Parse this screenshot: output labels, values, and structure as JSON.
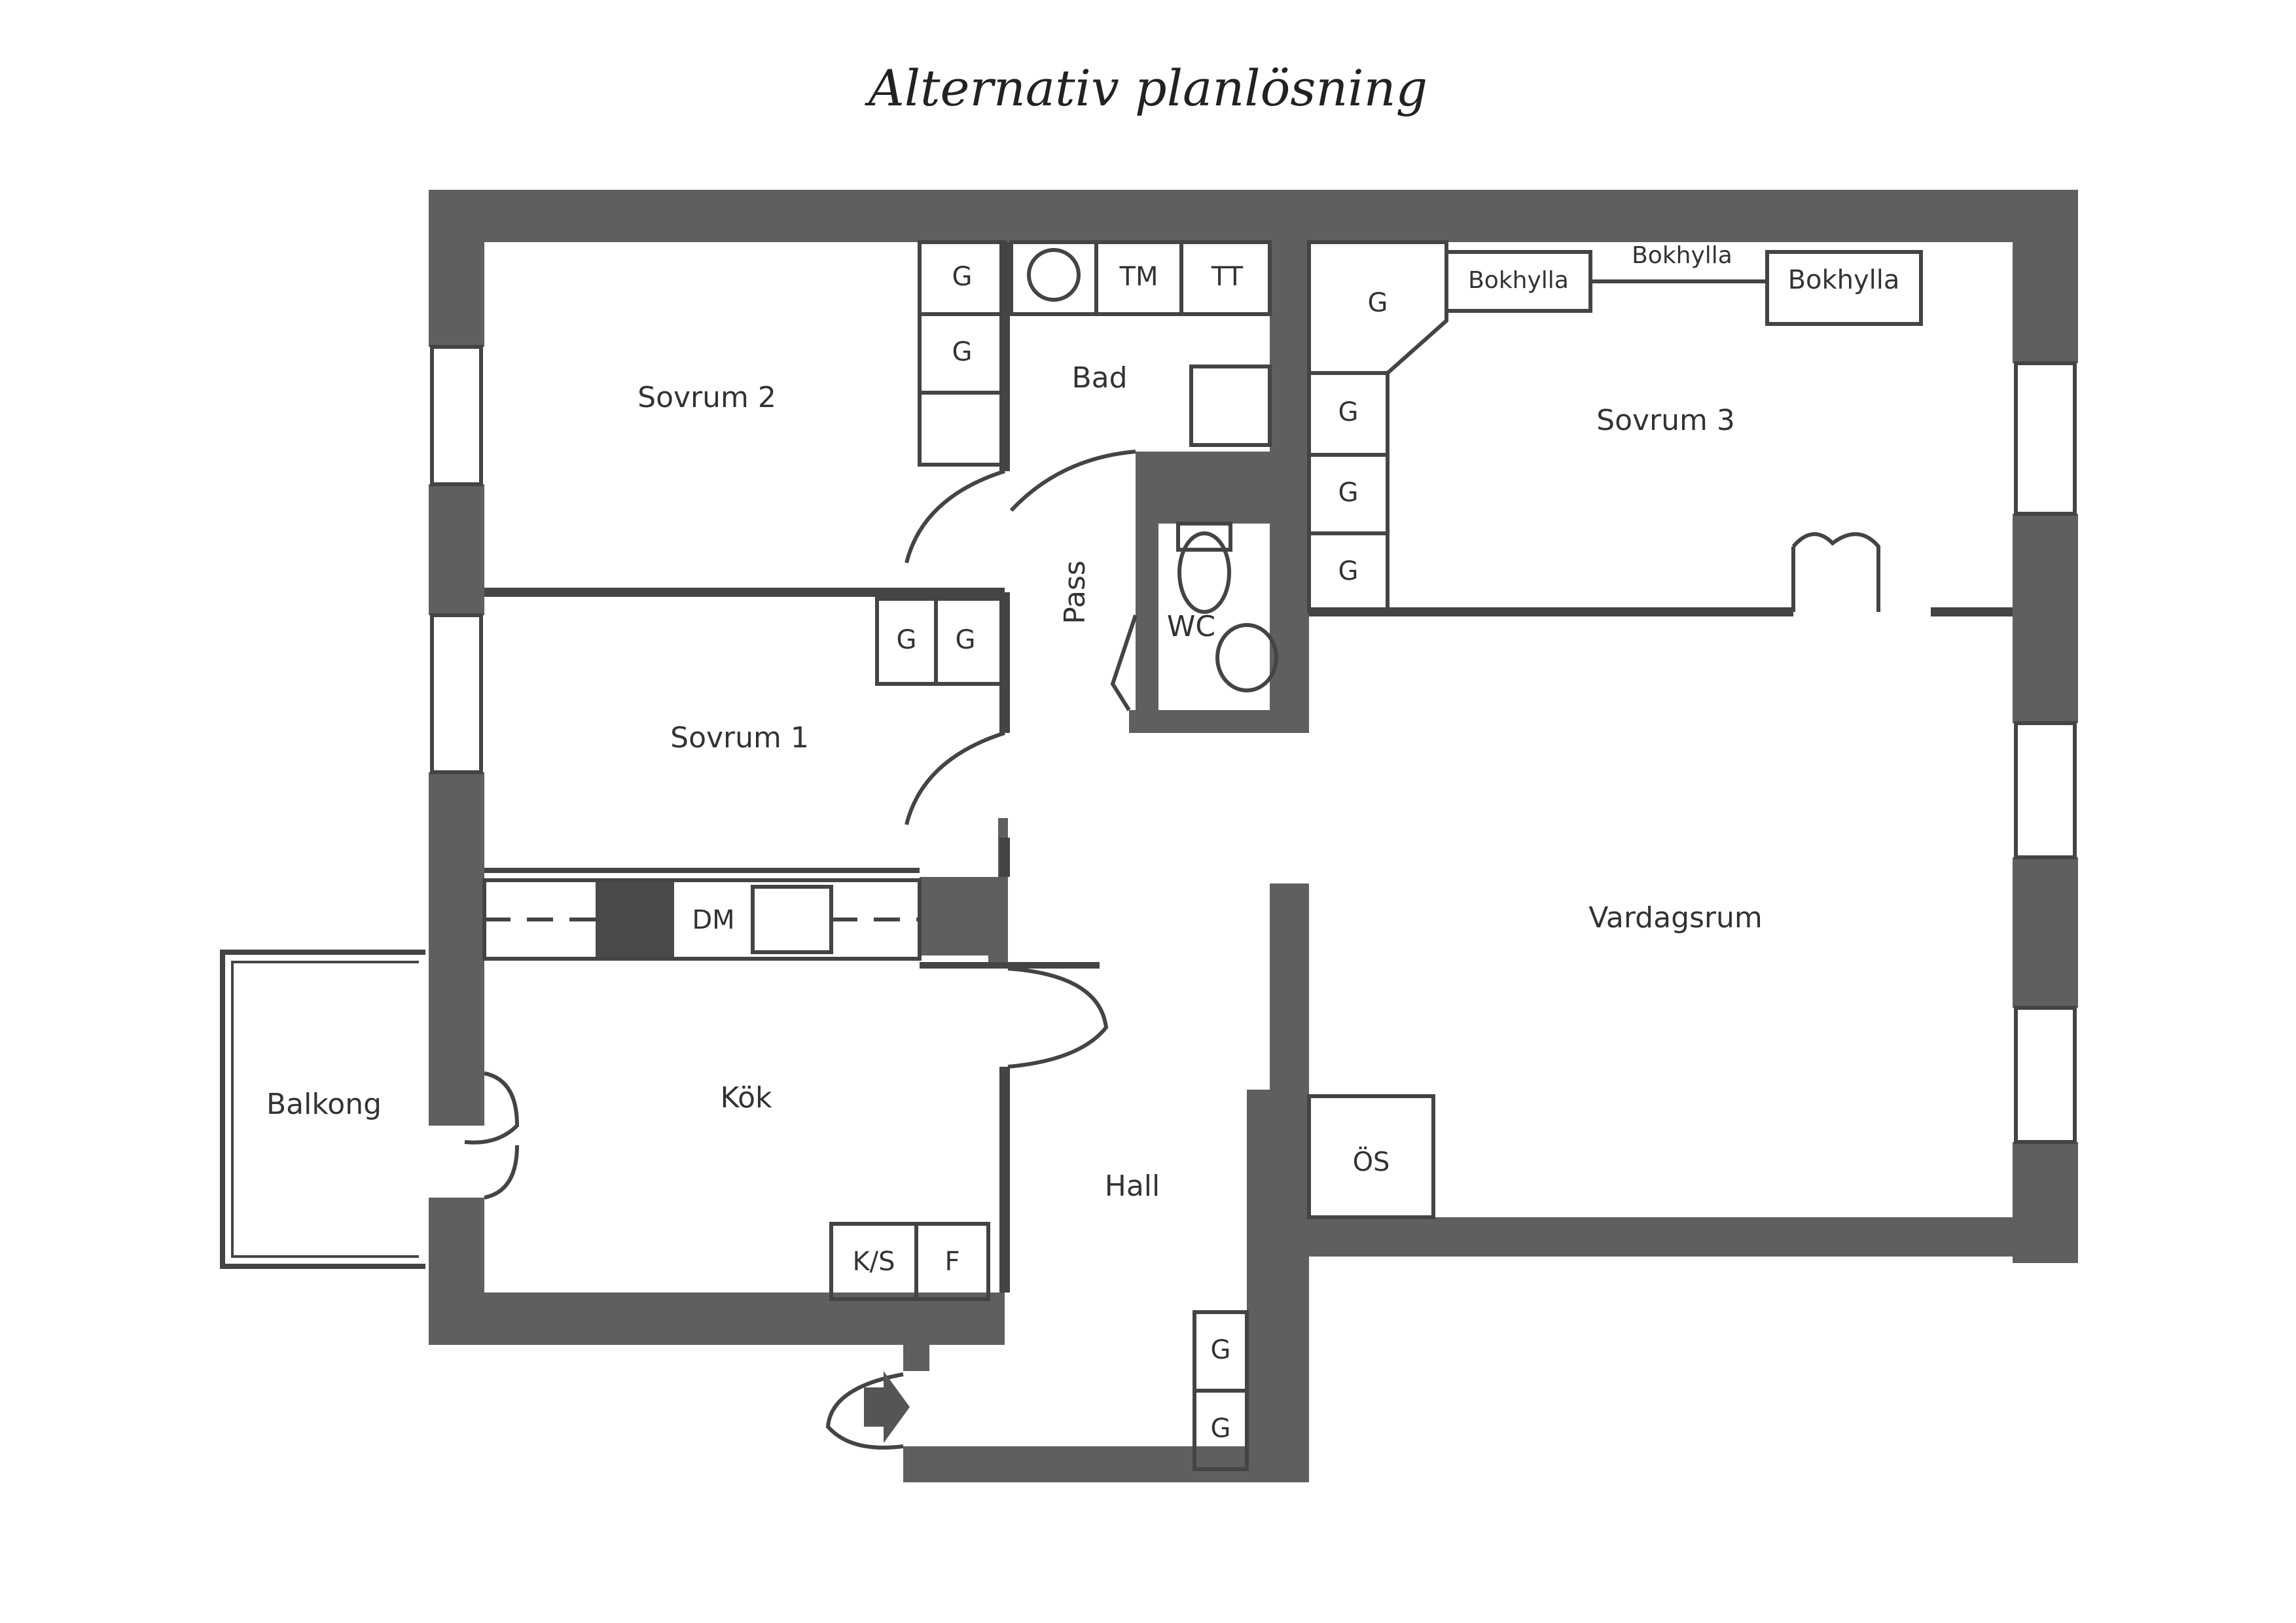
{
  "title": "Alternativ planlösning",
  "rooms": {
    "sovrum2": "Sovrum 2",
    "sovrum1": "Sovrum 1",
    "sovrum3": "Sovrum 3",
    "bad": "Bad",
    "pass": "Pass",
    "wc": "WC",
    "kok": "Kök",
    "balkong": "Balkong",
    "hall": "Hall",
    "vardagsrum": "Vardagsrum"
  },
  "fixtures": {
    "wardrobe": "G",
    "tm": "TM",
    "tt": "TT",
    "bokhylla": "Bokhylla",
    "dm": "DM",
    "ks": "K/S",
    "fridge": "F",
    "os": "ÖS"
  },
  "colors": {
    "wall": "#5f5f60",
    "line": "#444444",
    "background": "#ffffff"
  }
}
